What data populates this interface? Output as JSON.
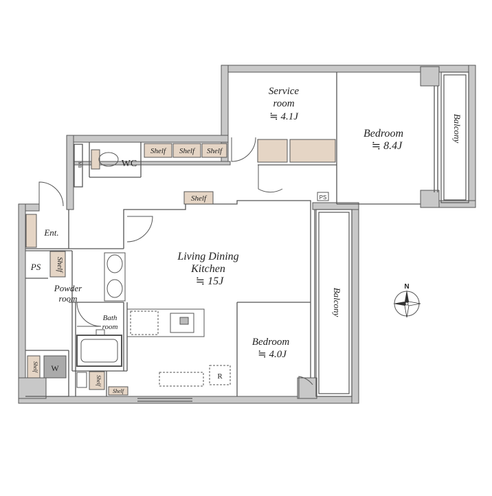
{
  "rooms": {
    "service": {
      "name_line1": "Service",
      "name_line2": "room",
      "size": "≒ 4.1J"
    },
    "bedroom_main": {
      "name": "Bedroom",
      "size": "≒ 8.4J"
    },
    "ldk": {
      "name_line1": "Living Dining",
      "name_line2": "Kitchen",
      "size": "≒ 15J"
    },
    "bedroom_small": {
      "name": "Bedroom",
      "size": "≒ 4.0J"
    },
    "wc": {
      "name": "WC"
    },
    "entrance": {
      "name": "Ent."
    },
    "powder": {
      "name_line1": "Powder",
      "name_line2": "room"
    },
    "bath": {
      "name_line1": "Bath",
      "name_line2": "room"
    }
  },
  "labels": {
    "shelf": "Shelf",
    "balcony": "Balcony",
    "ps": "PS",
    "washer": "W",
    "fridge": "R",
    "mb": "MB",
    "compass_n": "N"
  },
  "colors": {
    "wall": "#c8c8c8",
    "wall_edge": "#555555",
    "floor": "#ffffff",
    "shelf_fill": "#e5d5c5",
    "washer_fill": "#aaaaaa"
  }
}
